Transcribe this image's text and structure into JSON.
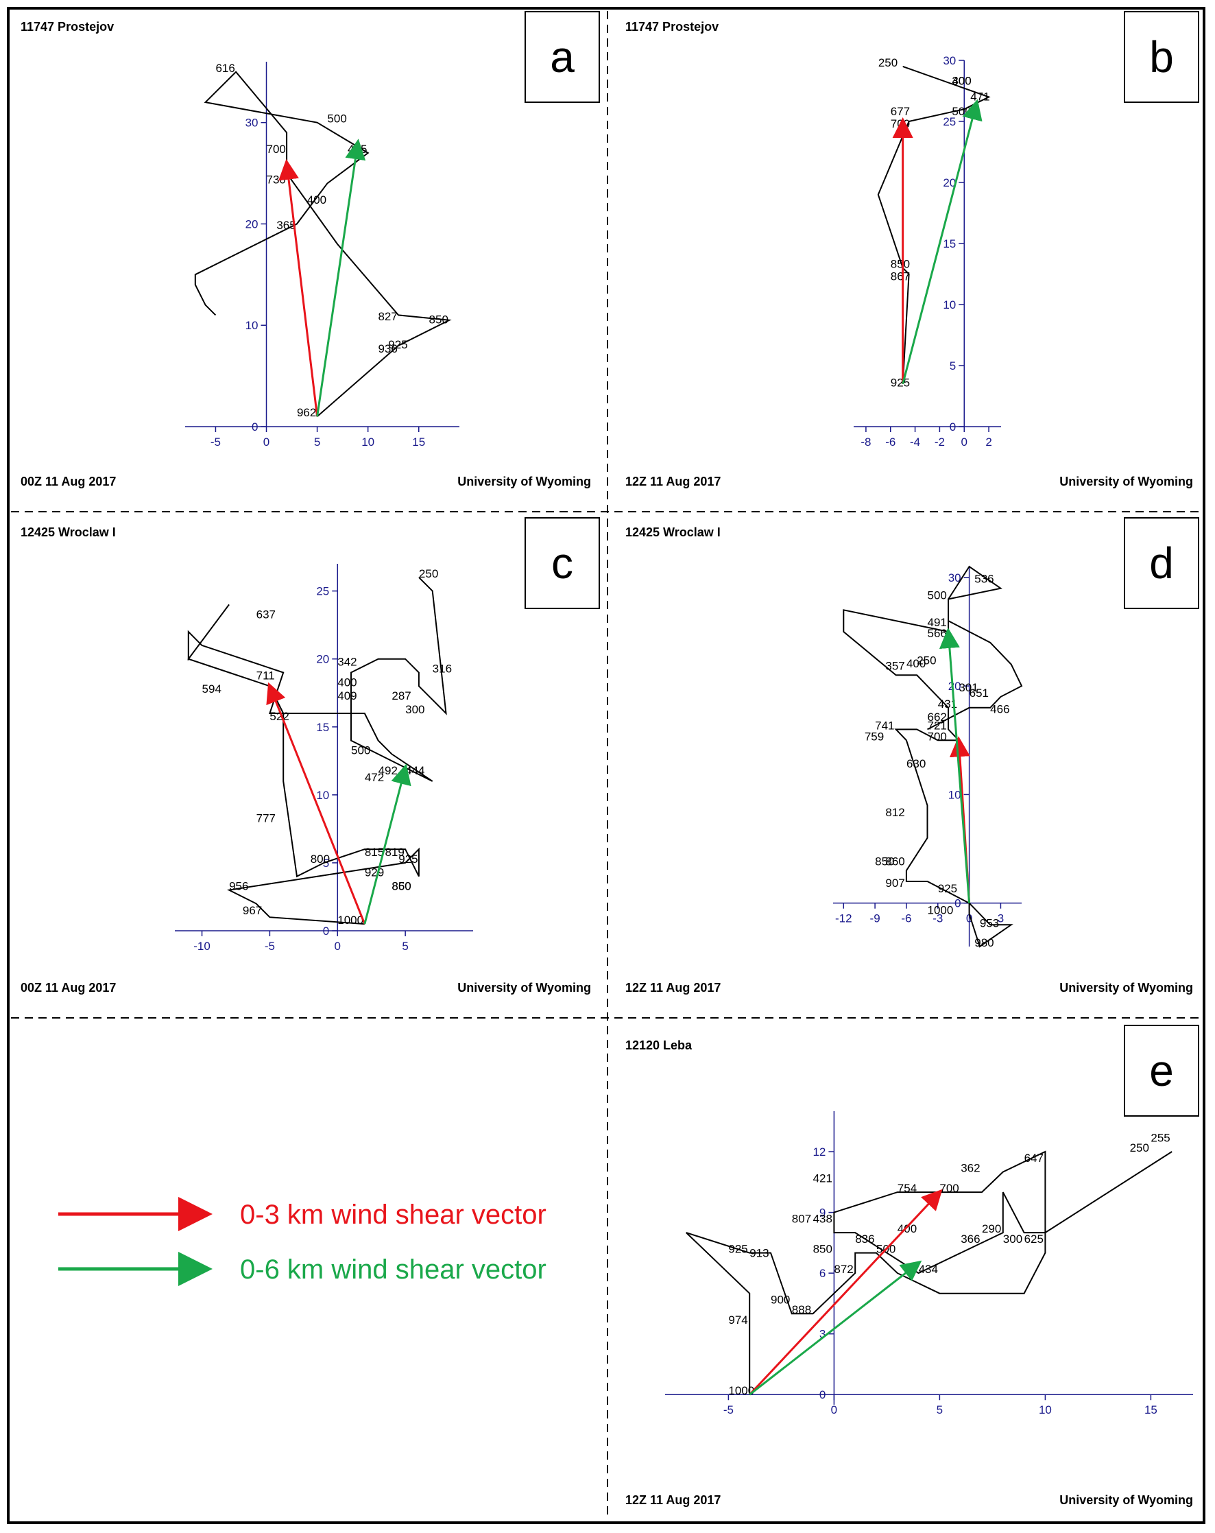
{
  "colors": {
    "shear_0_3": "#e8141b",
    "shear_0_6": "#1aa84a",
    "hodograph": "#000000",
    "axis": "#1a1a8c"
  },
  "legend": {
    "item_0_3": "0-3 km wind shear vector",
    "item_0_6": "0-6 km wind shear vector"
  },
  "chart_data": [
    {
      "type": "line",
      "panel": "a",
      "station": "11747  Prostejov",
      "time": "00Z 11 Aug 2017",
      "credit": "University of Wyoming",
      "xlim": [
        -8,
        19
      ],
      "ylim": [
        0,
        36
      ],
      "xticks": [
        -5,
        0,
        5,
        10,
        15
      ],
      "yticks": [
        0,
        10,
        20,
        30
      ],
      "hodograph": [
        [
          -5,
          11
        ],
        [
          -6,
          12
        ],
        [
          -7,
          14
        ],
        [
          -7,
          15
        ],
        [
          3,
          20
        ],
        [
          6,
          24
        ],
        [
          10,
          27
        ],
        [
          5,
          30
        ],
        [
          -6,
          32
        ],
        [
          -3,
          35
        ],
        [
          2,
          29
        ],
        [
          2,
          27
        ],
        [
          2,
          25
        ],
        [
          7,
          18
        ],
        [
          13,
          11
        ],
        [
          18,
          10.5
        ],
        [
          13,
          8
        ],
        [
          5,
          1
        ]
      ],
      "labels": [
        {
          "text": "616",
          "x": -5,
          "y": 35
        },
        {
          "text": "500",
          "x": 6,
          "y": 30
        },
        {
          "text": "465",
          "x": 8,
          "y": 27
        },
        {
          "text": "700",
          "x": 0,
          "y": 27
        },
        {
          "text": "730",
          "x": 0,
          "y": 24
        },
        {
          "text": "400",
          "x": 4,
          "y": 22
        },
        {
          "text": "365",
          "x": 1,
          "y": 19.5
        },
        {
          "text": "827",
          "x": 11,
          "y": 10.5
        },
        {
          "text": "850",
          "x": 16,
          "y": 10.2
        },
        {
          "text": "925",
          "x": 12,
          "y": 7.7
        },
        {
          "text": "936",
          "x": 11,
          "y": 7.3
        },
        {
          "text": "962",
          "x": 3,
          "y": 1
        }
      ],
      "shear_0_3": [
        [
          5,
          1
        ],
        [
          2,
          26
        ]
      ],
      "shear_0_6": [
        [
          5,
          1
        ],
        [
          9,
          28
        ]
      ]
    },
    {
      "type": "line",
      "panel": "b",
      "station": "11747  Prostejov",
      "time": "12Z 11 Aug 2017",
      "credit": "University of Wyoming",
      "xlim": [
        -9,
        3
      ],
      "ylim": [
        0,
        30
      ],
      "xticks": [
        -8,
        -6,
        -4,
        -2,
        0,
        2
      ],
      "yticks": [
        0,
        5,
        10,
        15,
        20,
        25,
        30
      ],
      "hodograph": [
        [
          -5,
          3.5
        ],
        [
          -4.5,
          12.5
        ],
        [
          -5,
          13
        ],
        [
          -7,
          19
        ],
        [
          -4.5,
          25
        ],
        [
          0,
          26
        ],
        [
          2,
          27
        ],
        [
          -5,
          29.5
        ]
      ],
      "labels": [
        {
          "text": "250",
          "x": -7,
          "y": 29.5
        },
        {
          "text": "300",
          "x": -1,
          "y": 28
        },
        {
          "text": "400",
          "x": -1,
          "y": 28
        },
        {
          "text": "500",
          "x": -1,
          "y": 25.5
        },
        {
          "text": "471",
          "x": 0.5,
          "y": 26.7
        },
        {
          "text": "677",
          "x": -6,
          "y": 25.5
        },
        {
          "text": "700",
          "x": -6,
          "y": 24.5
        },
        {
          "text": "850",
          "x": -6,
          "y": 13
        },
        {
          "text": "867",
          "x": -6,
          "y": 12
        },
        {
          "text": "925",
          "x": -6,
          "y": 3.3
        }
      ],
      "shear_0_3": [
        [
          -5,
          3.5
        ],
        [
          -5,
          25
        ]
      ],
      "shear_0_6": [
        [
          -5,
          3.5
        ],
        [
          1,
          26.5
        ]
      ]
    },
    {
      "type": "line",
      "panel": "c",
      "station": "12425  Wroclaw I",
      "time": "00Z 11 Aug 2017",
      "credit": "University of Wyoming",
      "xlim": [
        -12,
        10
      ],
      "ylim": [
        0,
        27
      ],
      "xticks": [
        -10,
        -5,
        0,
        5
      ],
      "yticks": [
        0,
        5,
        10,
        15,
        20,
        25
      ],
      "hodograph": [
        [
          2,
          0.5
        ],
        [
          -5,
          1
        ],
        [
          -6,
          2
        ],
        [
          -8,
          3
        ],
        [
          5,
          5
        ],
        [
          6,
          6
        ],
        [
          6,
          4
        ],
        [
          5,
          6
        ],
        [
          2,
          6
        ],
        [
          -1,
          5
        ],
        [
          -3,
          4
        ],
        [
          -4,
          11
        ],
        [
          -4,
          16
        ],
        [
          -5,
          18
        ],
        [
          -8,
          19
        ],
        [
          -11,
          20
        ],
        [
          -8,
          24
        ],
        [
          -11,
          20
        ],
        [
          -11,
          22
        ],
        [
          -10,
          21
        ],
        [
          -4,
          19
        ],
        [
          -5,
          16
        ],
        [
          2,
          16
        ],
        [
          3,
          14
        ],
        [
          4,
          13
        ],
        [
          7,
          11
        ],
        [
          1,
          14
        ],
        [
          1,
          18
        ],
        [
          1,
          19
        ],
        [
          3,
          20
        ],
        [
          5,
          20
        ],
        [
          6,
          19
        ],
        [
          6,
          18
        ],
        [
          8,
          16
        ],
        [
          7,
          25
        ],
        [
          6,
          26
        ]
      ],
      "labels": [
        {
          "text": "250",
          "x": 6,
          "y": 26
        },
        {
          "text": "637",
          "x": -6,
          "y": 23
        },
        {
          "text": "342",
          "x": 0,
          "y": 19.5
        },
        {
          "text": "316",
          "x": 7,
          "y": 19
        },
        {
          "text": "594",
          "x": -10,
          "y": 17.5
        },
        {
          "text": "711",
          "x": -6,
          "y": 18.5
        },
        {
          "text": "400",
          "x": 0,
          "y": 18
        },
        {
          "text": "409",
          "x": 0,
          "y": 17
        },
        {
          "text": "287",
          "x": 4,
          "y": 17
        },
        {
          "text": "300",
          "x": 5,
          "y": 16
        },
        {
          "text": "522",
          "x": -5,
          "y": 15.5
        },
        {
          "text": "500",
          "x": 1,
          "y": 13
        },
        {
          "text": "472",
          "x": 2,
          "y": 11
        },
        {
          "text": "492",
          "x": 3,
          "y": 11.5
        },
        {
          "text": "444",
          "x": 5,
          "y": 11.5
        },
        {
          "text": "777",
          "x": -6,
          "y": 8
        },
        {
          "text": "815",
          "x": 2,
          "y": 5.5
        },
        {
          "text": "819",
          "x": 3.5,
          "y": 5.5
        },
        {
          "text": "925",
          "x": 4.5,
          "y": 5
        },
        {
          "text": "800",
          "x": -2,
          "y": 5
        },
        {
          "text": "929",
          "x": 2,
          "y": 4
        },
        {
          "text": "956",
          "x": -8,
          "y": 3
        },
        {
          "text": "850",
          "x": 4,
          "y": 3
        },
        {
          "text": "860",
          "x": 4,
          "y": 3
        },
        {
          "text": "967",
          "x": -7,
          "y": 1.2
        },
        {
          "text": "1000",
          "x": 0,
          "y": 0.5
        }
      ],
      "shear_0_3": [
        [
          2,
          0.5
        ],
        [
          -5,
          18
        ]
      ],
      "shear_0_6": [
        [
          2,
          0.5
        ],
        [
          5,
          12
        ]
      ]
    },
    {
      "type": "line",
      "panel": "d",
      "station": "12425  Wroclaw I",
      "time": "12Z 11 Aug 2017",
      "credit": "University of Wyoming",
      "xlim": [
        -13,
        5
      ],
      "ylim": [
        -4,
        31
      ],
      "xticks": [
        -12,
        -9,
        -6,
        -3,
        0,
        3
      ],
      "yticks": [
        0,
        10,
        20,
        30
      ],
      "hodograph": [
        [
          0,
          0
        ],
        [
          2,
          -2
        ],
        [
          4,
          -2
        ],
        [
          1,
          -4
        ],
        [
          0,
          -1
        ],
        [
          0,
          0
        ],
        [
          -4,
          2
        ],
        [
          -6,
          2
        ],
        [
          -6,
          3
        ],
        [
          -4,
          6
        ],
        [
          -4,
          9
        ],
        [
          -6,
          15
        ],
        [
          -7,
          16
        ],
        [
          -5,
          16
        ],
        [
          -3,
          15
        ],
        [
          -1,
          15
        ],
        [
          -2,
          16
        ],
        [
          -2,
          18
        ],
        [
          -3,
          19
        ],
        [
          -4,
          20
        ],
        [
          -5,
          21
        ],
        [
          -7,
          21
        ],
        [
          -12,
          25
        ],
        [
          -12,
          27
        ],
        [
          -2,
          25
        ],
        [
          -2,
          26
        ],
        [
          -2,
          28
        ],
        [
          3,
          29
        ],
        [
          0,
          31
        ],
        [
          -2,
          28
        ],
        [
          -2,
          26
        ],
        [
          0,
          25
        ],
        [
          2,
          24
        ],
        [
          4,
          22
        ],
        [
          5,
          20
        ],
        [
          3,
          19
        ],
        [
          2,
          18
        ],
        [
          1,
          18
        ],
        [
          0,
          18
        ],
        [
          -2,
          17
        ],
        [
          -4,
          16
        ]
      ],
      "labels": [
        {
          "text": "536",
          "x": 0.5,
          "y": 29.5
        },
        {
          "text": "500",
          "x": -4,
          "y": 28
        },
        {
          "text": "491",
          "x": -4,
          "y": 25.5
        },
        {
          "text": "566",
          "x": -4,
          "y": 24.5
        },
        {
          "text": "357",
          "x": -8,
          "y": 21.5
        },
        {
          "text": "400",
          "x": -6,
          "y": 21.7
        },
        {
          "text": "250",
          "x": -5,
          "y": 22
        },
        {
          "text": "301",
          "x": -1,
          "y": 19.5
        },
        {
          "text": "651",
          "x": 0,
          "y": 19
        },
        {
          "text": "466",
          "x": 2,
          "y": 17.5
        },
        {
          "text": "431",
          "x": -3,
          "y": 18
        },
        {
          "text": "662",
          "x": -4,
          "y": 16.8
        },
        {
          "text": "721",
          "x": -4,
          "y": 16
        },
        {
          "text": "741",
          "x": -9,
          "y": 16
        },
        {
          "text": "700",
          "x": -4,
          "y": 15
        },
        {
          "text": "759",
          "x": -10,
          "y": 15
        },
        {
          "text": "630",
          "x": -6,
          "y": 12.5
        },
        {
          "text": "812",
          "x": -8,
          "y": 8
        },
        {
          "text": "850",
          "x": -9,
          "y": 3.5
        },
        {
          "text": "860",
          "x": -8,
          "y": 3.5
        },
        {
          "text": "907",
          "x": -8,
          "y": 1.5
        },
        {
          "text": "925",
          "x": -3,
          "y": 1
        },
        {
          "text": "1000",
          "x": -4,
          "y": -1
        },
        {
          "text": "953",
          "x": 1,
          "y": -2.2
        },
        {
          "text": "980",
          "x": 0.5,
          "y": -4
        }
      ],
      "shear_0_3": [
        [
          0,
          0
        ],
        [
          -1,
          15
        ]
      ],
      "shear_0_6": [
        [
          0,
          0
        ],
        [
          -2,
          25
        ]
      ]
    },
    {
      "type": "line",
      "panel": "e",
      "station": "12120  Leba",
      "time": "12Z 11 Aug 2017",
      "credit": "University of Wyoming",
      "xlim": [
        -8,
        17
      ],
      "ylim": [
        -0.5,
        14
      ],
      "xticks": [
        -5,
        0,
        5,
        10,
        15
      ],
      "yticks": [
        0,
        3,
        6,
        9,
        12
      ],
      "hodograph": [
        [
          -4,
          0
        ],
        [
          -4,
          5
        ],
        [
          -7,
          8
        ],
        [
          -4,
          7
        ],
        [
          -3,
          7
        ],
        [
          -2,
          4
        ],
        [
          -1,
          4
        ],
        [
          1,
          6
        ],
        [
          1,
          7
        ],
        [
          2,
          7
        ],
        [
          3,
          6
        ],
        [
          5,
          5
        ],
        [
          9,
          5
        ],
        [
          10,
          7
        ],
        [
          10,
          12
        ],
        [
          8,
          11
        ],
        [
          7,
          10
        ],
        [
          3,
          10
        ],
        [
          0,
          9
        ],
        [
          0,
          8
        ],
        [
          1,
          8
        ],
        [
          4,
          6
        ],
        [
          6,
          7
        ],
        [
          8,
          8
        ],
        [
          8,
          10
        ],
        [
          9,
          8
        ],
        [
          10,
          8
        ],
        [
          16,
          12
        ]
      ],
      "labels": [
        {
          "text": "255",
          "x": 15,
          "y": 12.5
        },
        {
          "text": "250",
          "x": 14,
          "y": 12
        },
        {
          "text": "647",
          "x": 9,
          "y": 11.5
        },
        {
          "text": "362",
          "x": 6,
          "y": 11
        },
        {
          "text": "421",
          "x": -1,
          "y": 10.5
        },
        {
          "text": "754",
          "x": 3,
          "y": 10
        },
        {
          "text": "700",
          "x": 5,
          "y": 10
        },
        {
          "text": "807",
          "x": -2,
          "y": 8.5
        },
        {
          "text": "438",
          "x": -1,
          "y": 8.5
        },
        {
          "text": "400",
          "x": 3,
          "y": 8
        },
        {
          "text": "290",
          "x": 7,
          "y": 8
        },
        {
          "text": "625",
          "x": 9,
          "y": 7.5
        },
        {
          "text": "836",
          "x": 1,
          "y": 7.5
        },
        {
          "text": "366",
          "x": 6,
          "y": 7.5
        },
        {
          "text": "300",
          "x": 8,
          "y": 7.5
        },
        {
          "text": "925",
          "x": -5,
          "y": 7
        },
        {
          "text": "913",
          "x": -4,
          "y": 6.8
        },
        {
          "text": "850",
          "x": -1,
          "y": 7
        },
        {
          "text": "500",
          "x": 2,
          "y": 7
        },
        {
          "text": "434",
          "x": 4,
          "y": 6
        },
        {
          "text": "872",
          "x": 0,
          "y": 6
        },
        {
          "text": "900",
          "x": -3,
          "y": 4.5
        },
        {
          "text": "888",
          "x": -2,
          "y": 4
        },
        {
          "text": "974",
          "x": -5,
          "y": 3.5
        },
        {
          "text": "1000",
          "x": -5,
          "y": 0
        }
      ],
      "shear_0_3": [
        [
          -4,
          0
        ],
        [
          5,
          10
        ]
      ],
      "shear_0_6": [
        [
          -4,
          0
        ],
        [
          4,
          6.5
        ]
      ]
    }
  ],
  "panel_letters": [
    "a",
    "b",
    "c",
    "d",
    "e"
  ]
}
